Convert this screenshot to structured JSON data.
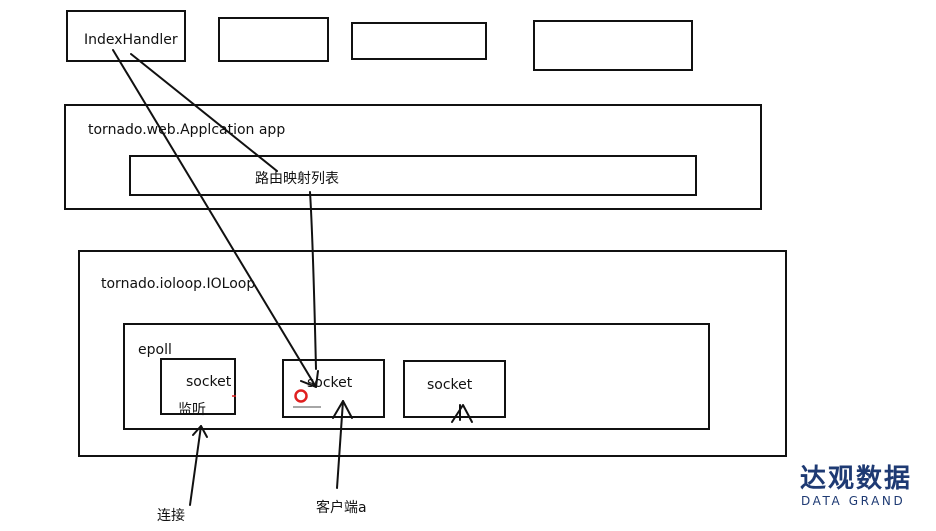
{
  "handler_row": {
    "index_handler": "IndexHandler"
  },
  "application": {
    "label": "tornado.web.Applcation  app",
    "routing_table": "路由映射列表"
  },
  "ioloop": {
    "label": "tornado.ioloop.IOLoop",
    "epoll": {
      "label": "epoll",
      "sockets": [
        {
          "label": "socket",
          "sub": "监听"
        },
        {
          "label": "socket"
        },
        {
          "label": "socket"
        }
      ]
    }
  },
  "external": {
    "connect": "连接",
    "client_a": "客户端a"
  },
  "logo": {
    "name_cn": "达观数据",
    "name_en": "DATA GRAND"
  },
  "colors": {
    "line": "#111111",
    "marker_red": "#e02020",
    "logo": "#1e3a73"
  }
}
